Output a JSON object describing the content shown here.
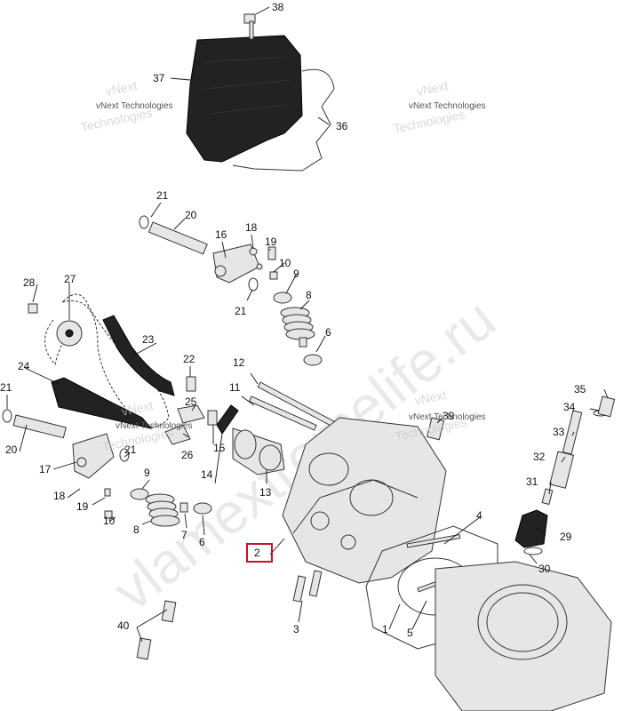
{
  "watermarks": {
    "site": "vlamextremelife.ru",
    "brand_line1": "vNext Technologies",
    "brand_ghost1": "vNext",
    "brand_ghost2": "Technologies"
  },
  "callouts": {
    "c1": "1",
    "c2": "2",
    "c3": "3",
    "c4": "4",
    "c5": "5",
    "c6a": "6",
    "c6b": "6",
    "c7": "7",
    "c8a": "8",
    "c8b": "8",
    "c9a": "9",
    "c9b": "9",
    "c10a": "10",
    "c10b": "10",
    "c11": "11",
    "c12": "12",
    "c13": "13",
    "c14": "14",
    "c15": "15",
    "c16": "16",
    "c17": "17",
    "c18a": "18",
    "c18b": "18",
    "c19a": "19",
    "c19b": "19",
    "c20a": "20",
    "c20b": "20",
    "c21a": "21",
    "c21b": "21",
    "c21c": "21",
    "c21d": "21",
    "c22": "22",
    "c23": "23",
    "c24": "24",
    "c25": "25",
    "c26": "26",
    "c27": "27",
    "c28": "28",
    "c29": "29",
    "c30": "30",
    "c31": "31",
    "c32": "32",
    "c33": "33",
    "c34": "34",
    "c35": "35",
    "c36": "36",
    "c37": "37",
    "c38": "38",
    "c39": "39",
    "c40": "40"
  },
  "highlighted_callout": "2",
  "colors": {
    "highlight": "#c8102e",
    "ink": "#111111"
  }
}
